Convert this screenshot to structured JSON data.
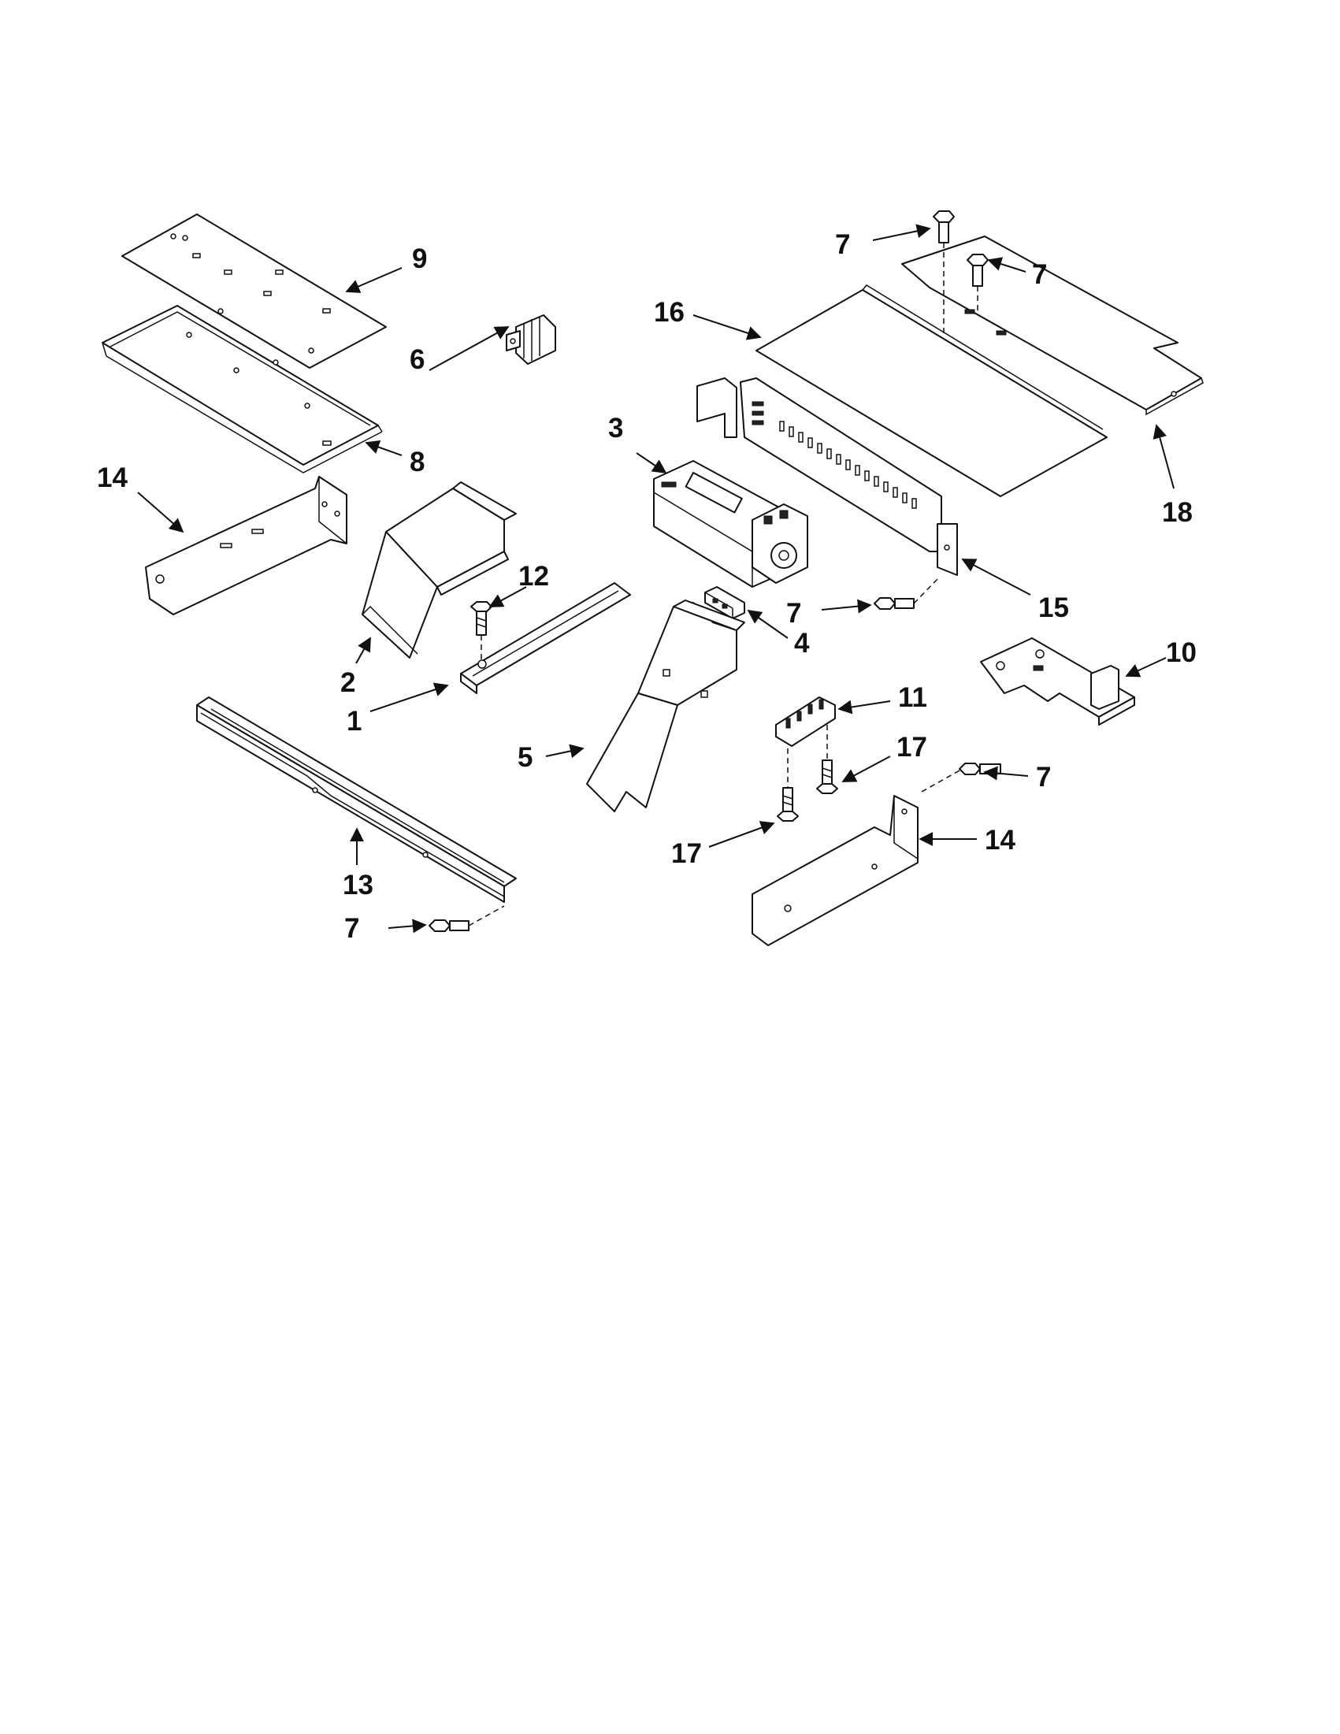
{
  "callouts": {
    "p1": "1",
    "p2": "2",
    "p3": "3",
    "p4": "4",
    "p5": "5",
    "p6": "6",
    "p7a": "7",
    "p7b": "7",
    "p7c": "7",
    "p7d": "7",
    "p7e": "7",
    "p8": "8",
    "p9": "9",
    "p10": "10",
    "p11": "11",
    "p12": "12",
    "p13": "13",
    "p14a": "14",
    "p14b": "14",
    "p15": "15",
    "p16": "16",
    "p17a": "17",
    "p17b": "17",
    "p18": "18"
  }
}
